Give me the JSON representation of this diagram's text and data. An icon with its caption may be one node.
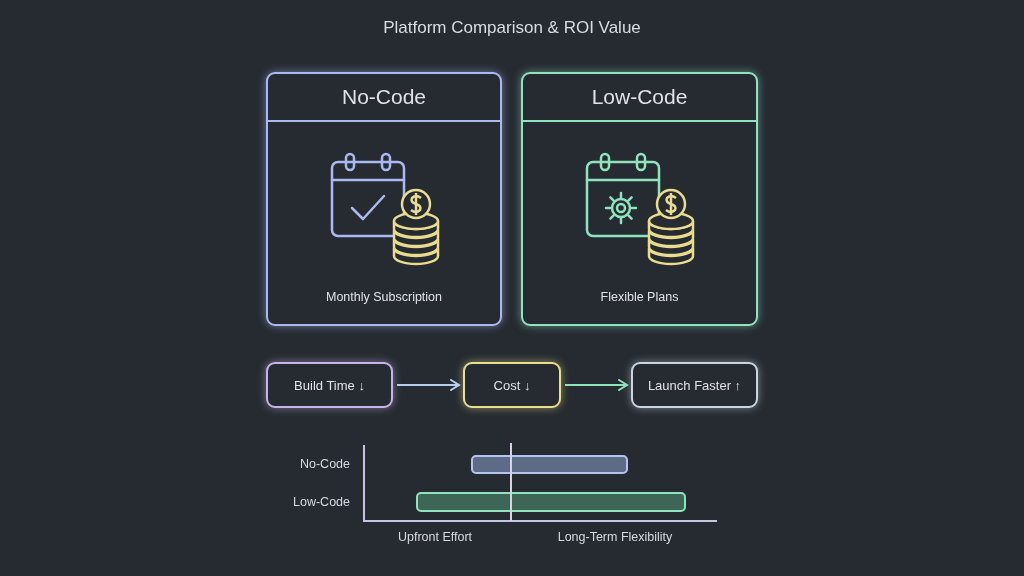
{
  "diagram": {
    "title": "Platform Comparison & ROI Value",
    "nodes": [
      {
        "text": [
          "No-Code",
          "Monthly Subscription"
        ]
      },
      {
        "text": [
          "Low-Code",
          "Flexible Plans"
        ]
      },
      {
        "text": [
          "Build Time ↓"
        ]
      },
      {
        "text": [
          "Cost ↓"
        ]
      },
      {
        "text": [
          "Launch Faster ↑"
        ]
      }
    ],
    "edges": [
      {
        "from": 2,
        "to": 3,
        "arrow": "to",
        "color": "#b9cdf0"
      },
      {
        "from": 3,
        "to": 4,
        "arrow": "to",
        "color": "#8fe3bd"
      }
    ],
    "labels": [
      "No-Code",
      "Low-Code",
      "Upfront Effort",
      "Long-Term Flexibility"
    ]
  }
}
